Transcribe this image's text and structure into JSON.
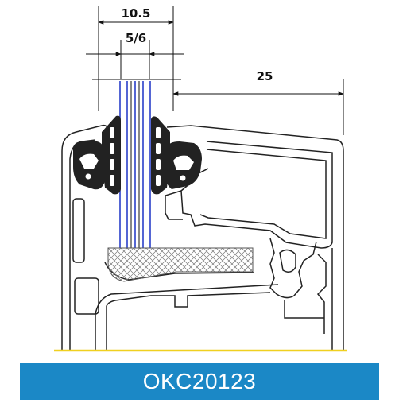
{
  "dimensions": {
    "total_width": "10.5",
    "glass_thickness": "5/6",
    "rebate_depth": "25"
  },
  "footer": {
    "code": "OKC20123",
    "color": "#1b88c6"
  },
  "colors": {
    "glass_lines": "#2a3fc9",
    "gasket_fill": "#222222",
    "profile_stroke": "#222222",
    "baseline": "#f0d020"
  }
}
